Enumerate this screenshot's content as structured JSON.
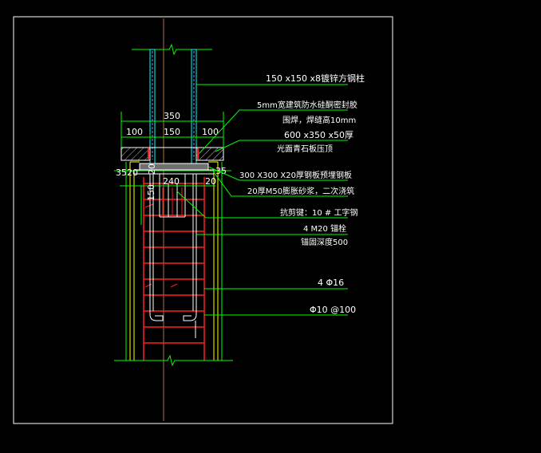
{
  "diagram": {
    "labels": {
      "steel_column": "150 x150 x8镀锌方钢柱",
      "waterproof_1": "5mm宽建筑防水硅酮密封胶",
      "waterproof_2": "围焊，焊缝高10mm",
      "stone_1": "600 x350 x50厚",
      "stone_2": "光面青石板压顶",
      "plate": "300 X300 X20厚钢板预埋钢板",
      "mortar": "20厚M50膨胀砂浆，二次浇筑",
      "shear_key": "抗剪键：10 # 工字钢",
      "bolts": "4 M20 锚栓",
      "anchor_depth": "锚固深度500",
      "rebar_main": "4 Φ16",
      "stirrup": "Φ10 @100"
    },
    "dimensions": {
      "d350": "350",
      "d100_left": "100",
      "d150": "150",
      "d100_right": "100",
      "d35_left": "35",
      "d20_left": "20",
      "d20_mid": "20",
      "d35_right": "35",
      "d20_right": "20",
      "d240": "240",
      "d150_vert": "150"
    },
    "colors": {
      "background": "#000000",
      "frame": "#ffffff",
      "leader": "#00ff00",
      "rebar": "#ff2020",
      "column_outer": "#ffff00",
      "steel_tube": "#00ffff",
      "centerline": "#b07050"
    }
  }
}
